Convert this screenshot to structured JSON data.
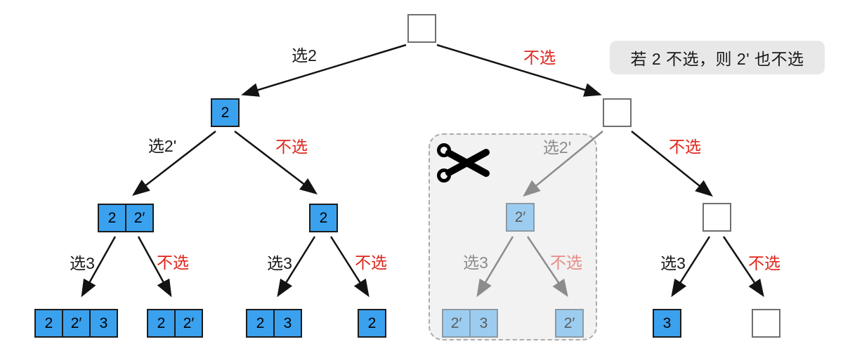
{
  "note": {
    "text": "若 2 不选，则 2' 也不选"
  },
  "edge_labels": {
    "root_left": "选2",
    "root_right": "不选",
    "sub1_pick": "选2'",
    "sub1_skip": "不选",
    "sub2_pick": "选2'",
    "sub2_skip": "不选",
    "l3a_pick": "选3",
    "l3a_skip": "不选",
    "l3b_pick": "选3",
    "l3b_skip": "不选",
    "l3c_pick": "选3",
    "l3c_skip": "不选",
    "l3d_pick": "选3",
    "l3d_skip": "不选"
  },
  "nodes": {
    "root": [],
    "pick2": [
      "2"
    ],
    "skip2": [],
    "pick2_2p": [
      "2",
      "2′"
    ],
    "pick2_only": [
      "2"
    ],
    "pruned_2p": [
      "2′"
    ],
    "skip2_empty": [],
    "leaf_2_2p_3": [
      "2",
      "2′",
      "3"
    ],
    "leaf_2_2p": [
      "2",
      "2′"
    ],
    "leaf_2_3": [
      "2",
      "3"
    ],
    "leaf_2": [
      "2"
    ],
    "leaf_2p_3": [
      "2′",
      "3"
    ],
    "leaf_2p": [
      "2′"
    ],
    "leaf_3": [
      "3"
    ],
    "leaf_empty": []
  },
  "icons": {
    "scissors": "scissors-icon"
  },
  "colors": {
    "node_blue": "#3aa1ee",
    "node_blue_muted": "#9ccdf0",
    "edge_black": "#131313",
    "edge_gray": "#8c8c8c",
    "label_red": "#e02419",
    "label_red_muted": "#e58b85",
    "label_gray": "#8c8c8c",
    "note_bg": "#e8e8e8",
    "pruned_bg": "#f2f2f2"
  }
}
